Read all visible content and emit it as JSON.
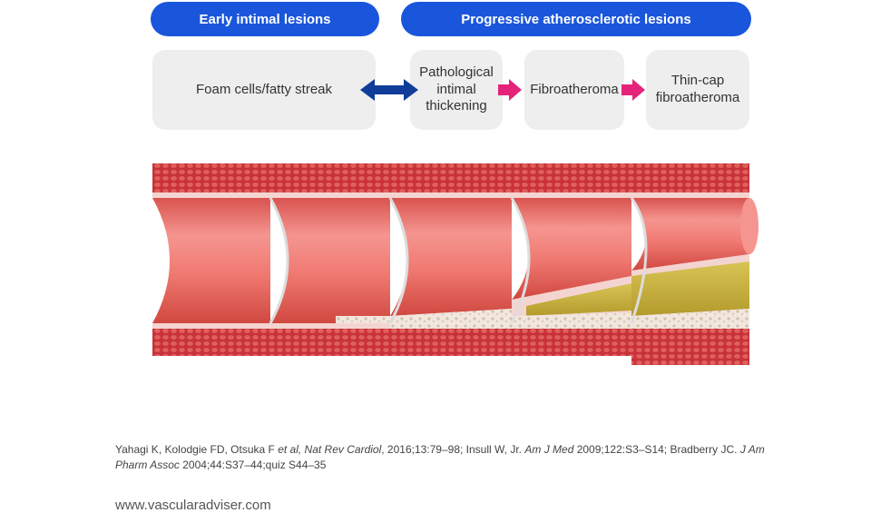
{
  "header": {
    "early_label": "Early intimal lesions",
    "progressive_label": "Progressive atherosclerotic lesions"
  },
  "stages": [
    {
      "label": "Foam cells/fatty streak"
    },
    {
      "label": "Pathological intimal thickening"
    },
    {
      "label": "Fibroatheroma"
    },
    {
      "label": "Thin-cap fibroatheroma"
    }
  ],
  "colors": {
    "pill_blue": "#1a56db",
    "double_arrow": "#0f3d99",
    "progress_arrow": "#e5237b",
    "stage_bg": "#eeeeee",
    "vessel_wall": "#c8323a",
    "lumen": "#f07a72",
    "lipid_core": "#c9b23c"
  },
  "reference": {
    "r1_authors": "Yahagi K, Kolodgie FD, Otsuka F ",
    "r1_etal": "et al, Nat Rev Cardiol",
    "r1_rest": ", 2016;13:79–98; Insull W, Jr. ",
    "r2_journal": "Am J Med",
    "r2_rest": " 2009;122:S3–S14; Bradberry JC. ",
    "r3_journal": "J Am Pharm Assoc",
    "r3_rest": " 2004;44:S37–44;quiz S44–35"
  },
  "footer": {
    "website": "www.vascularadviser.com"
  }
}
